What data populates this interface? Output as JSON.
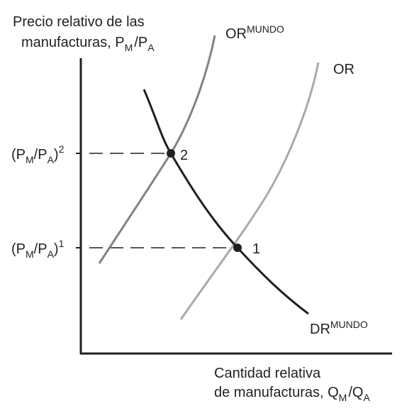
{
  "y_axis_label": {
    "line1": "Precio relativo de las",
    "line2_text": "manufacturas, P",
    "p_sub_m": "M",
    "slash": "/P",
    "p_sub_a": "A"
  },
  "x_axis_label": {
    "line1": "Cantidad relativa",
    "line2_text": "de manufacturas, Q",
    "q_sub_m": "M",
    "slash": "/Q",
    "q_sub_a": "A"
  },
  "price_levels": [
    {
      "open": "(P",
      "sub_m": "M",
      "mid": "/P",
      "sub_a": "A",
      "close": ")",
      "sup": "2"
    },
    {
      "open": "(P",
      "sub_m": "M",
      "mid": "/P",
      "sub_a": "A",
      "close": ")",
      "sup": "1"
    }
  ],
  "curves": {
    "or_mundo": {
      "base": "OR",
      "sup": "MUNDO",
      "color": "#808285"
    },
    "or": {
      "base": "OR",
      "color": "#a7a9ac"
    },
    "dr_mundo": {
      "base": "DR",
      "sup": "MUNDO",
      "color": "#231f20"
    }
  },
  "points": [
    {
      "label": "2"
    },
    {
      "label": "1"
    }
  ]
}
